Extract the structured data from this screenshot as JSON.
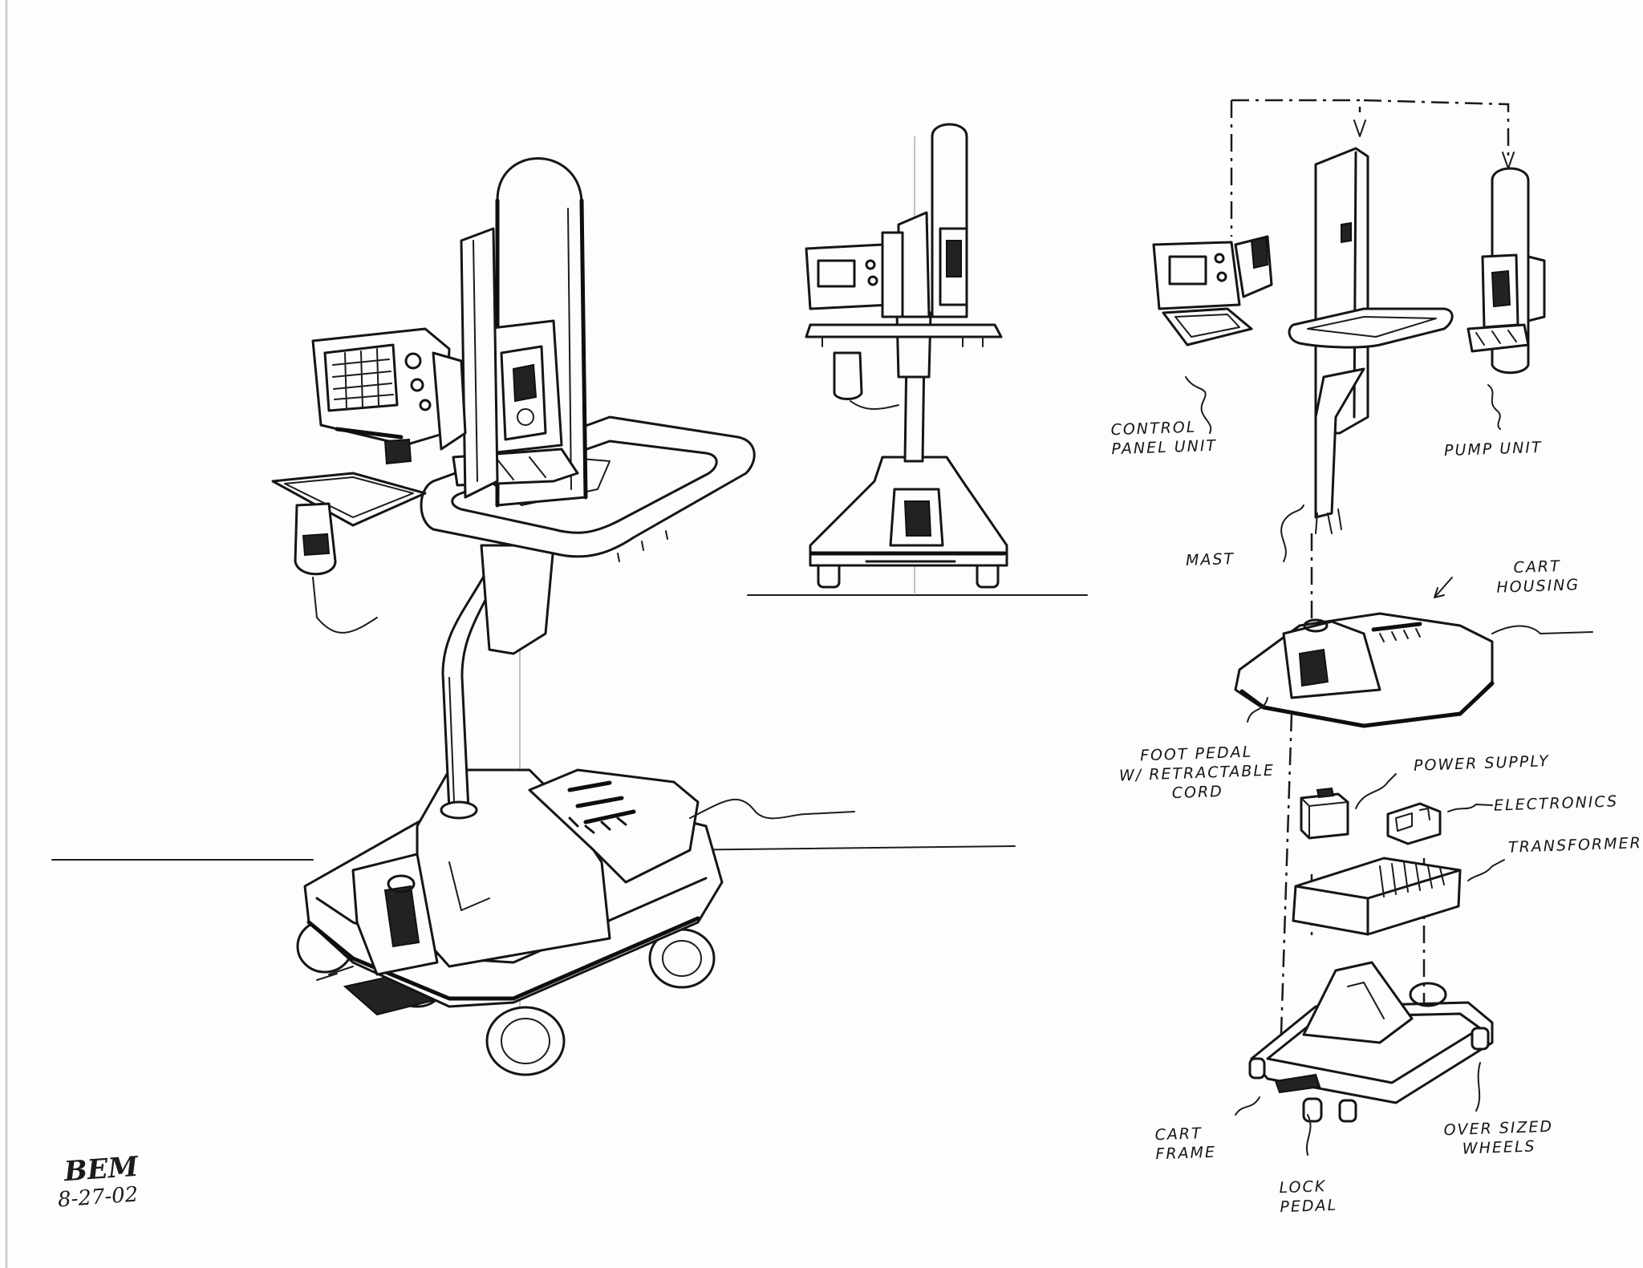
{
  "labels": {
    "control_panel_unit": [
      "CONTROL",
      "PANEL UNIT"
    ],
    "pump_unit": "PUMP UNIT",
    "mast": "MAST",
    "cart_housing": [
      "CART",
      "HOUSING"
    ],
    "foot_pedal": [
      "FOOT PEDAL",
      "W/ RETRACTABLE",
      "CORD"
    ],
    "power_supply": "POWER SUPPLY",
    "electronics": "ELECTRONICS",
    "transformer": "TRANSFORMER",
    "cart_frame": [
      "CART",
      "FRAME"
    ],
    "lock_pedal": [
      "LOCK",
      "PEDAL"
    ],
    "oversized_wheels": [
      "OVER SIZED",
      "WHEELS"
    ]
  },
  "signature": {
    "initials": "BEM",
    "date": "8-27-02"
  },
  "colors": {
    "ink": "#151515",
    "paper": "#fdfdfc"
  }
}
